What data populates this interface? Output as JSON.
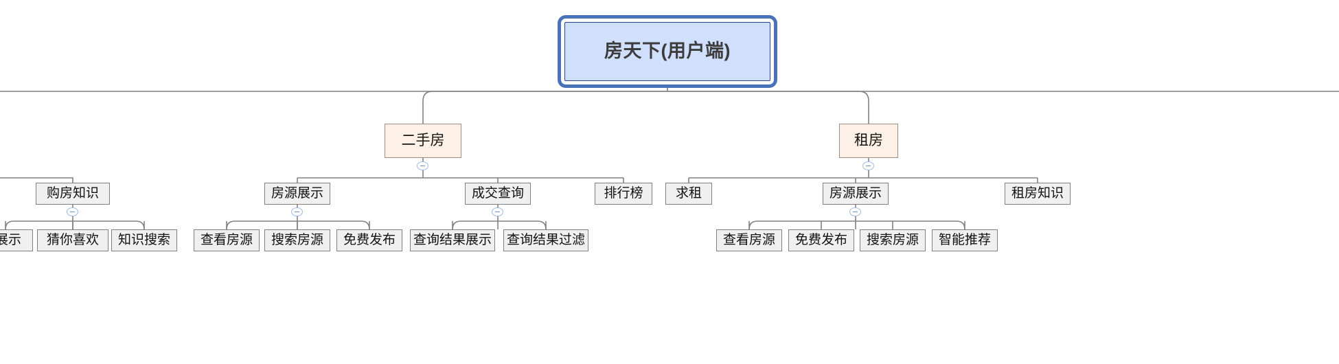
{
  "diagram": {
    "type": "mindmap-tree",
    "orientation": "top-down",
    "colors": {
      "root_fill": "#cfdffc",
      "root_frame": "#4a72b8",
      "level1_fill": "#fdf0e6",
      "level1_stroke": "#9c8e82",
      "node_fill": "#f0f0f0",
      "node_stroke": "#808080",
      "connector": "#808080",
      "toggle_stroke": "#9fbbe8"
    },
    "root": {
      "label": "房天下(用户端)"
    },
    "level1": [
      {
        "label": "二手房"
      },
      {
        "label": "租房"
      }
    ],
    "level2": [
      {
        "label": "购房知识"
      },
      {
        "label": "房源展示"
      },
      {
        "label": "成交查询"
      },
      {
        "label": "排行榜"
      },
      {
        "label": "求租"
      },
      {
        "label": "房源展示"
      },
      {
        "label": "租房知识"
      }
    ],
    "level3": [
      {
        "label": "展示"
      },
      {
        "label": "猜你喜欢"
      },
      {
        "label": "知识搜索"
      },
      {
        "label": "查看房源"
      },
      {
        "label": "搜索房源"
      },
      {
        "label": "免费发布"
      },
      {
        "label": "查询结果展示"
      },
      {
        "label": "查询结果过滤"
      },
      {
        "label": "查看房源"
      },
      {
        "label": "免费发布"
      },
      {
        "label": "搜索房源"
      },
      {
        "label": "智能推荐"
      }
    ],
    "toggles": [
      {
        "name": "collapse-toggle-ershoufang",
        "state": "expanded",
        "glyph": "minus"
      },
      {
        "name": "collapse-toggle-zufang",
        "state": "expanded",
        "glyph": "minus"
      },
      {
        "name": "collapse-toggle-goufangzhishi",
        "state": "expanded",
        "glyph": "minus"
      },
      {
        "name": "collapse-toggle-fangyuanzhanshi-1",
        "state": "expanded",
        "glyph": "minus"
      },
      {
        "name": "collapse-toggle-chengjiaochaxun",
        "state": "expanded",
        "glyph": "minus"
      },
      {
        "name": "collapse-toggle-fangyuanzhanshi-2",
        "state": "expanded",
        "glyph": "minus"
      }
    ]
  }
}
